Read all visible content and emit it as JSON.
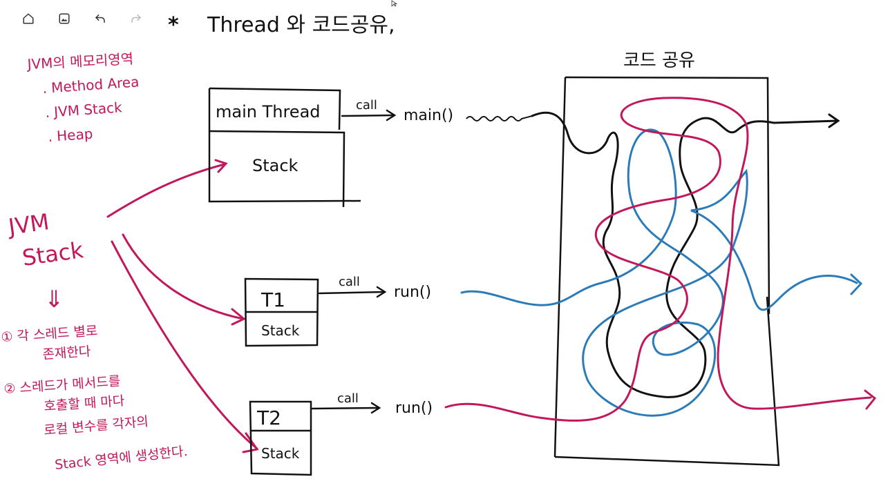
{
  "toolbar": {
    "items": [
      {
        "name": "home-icon"
      },
      {
        "name": "image-icon"
      },
      {
        "name": "undo-icon"
      },
      {
        "name": "redo-icon"
      }
    ]
  },
  "colors": {
    "ink": "#111111",
    "accent": "#c2185b",
    "blue": "#2b7bb9"
  },
  "title": {
    "star": "*",
    "text": "Thread 와 코드공유,"
  },
  "notes_top": {
    "heading": "JVM의 메모리영역",
    "items": [
      ". Method Area",
      ". JVM Stack",
      ". Heap"
    ]
  },
  "jvm_stack_label": [
    "JVM",
    "Stack"
  ],
  "down_arrow": "⇓",
  "notes_bottom": [
    "① 각 스레드 별로",
    "존재한다",
    "② 스레드가 메서드를",
    "호출할 때 마다",
    "로컬 변수를 각자의",
    "Stack 영역에 생성한다."
  ],
  "threads": [
    {
      "header": "main Thread",
      "stack": "Stack",
      "call": "call",
      "method": "main()"
    },
    {
      "header": "T1",
      "stack": "Stack",
      "call": "call",
      "method": "run()"
    },
    {
      "header": "T2",
      "stack": "Stack",
      "call": "call",
      "method": "run()"
    }
  ],
  "code_box": {
    "title": "코드 공유"
  }
}
